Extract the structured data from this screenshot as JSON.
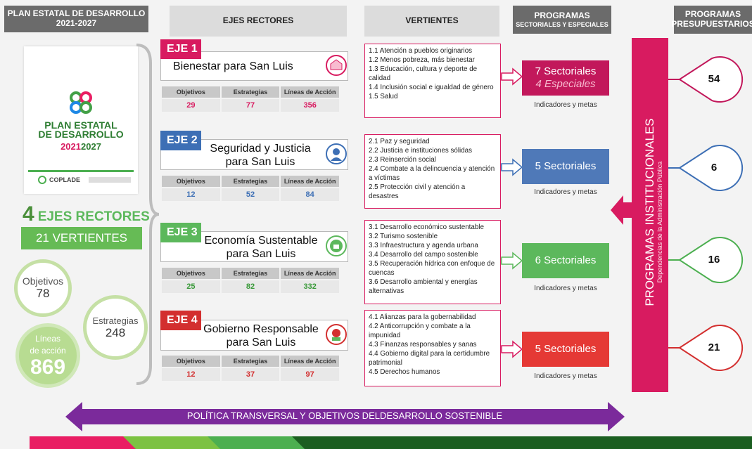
{
  "headers": {
    "plan": "PLAN ESTATAL DE DESARROLLO\n2021-2027",
    "ejes": "EJES RECTORES",
    "vertientes": "VERTIENTES",
    "programas_sect": "PROGRAMAS",
    "programas_sect_sub": "SECTORIALES Y ESPECIALES",
    "programas_pres": "PROGRAMAS\nPRESUPUESTARIOS"
  },
  "cover": {
    "title": "PLAN ESTATAL\nDE DESARROLLO",
    "years_a": "2021",
    "years_b": "2027",
    "org": "COPLADE"
  },
  "summary": {
    "ejes_num": "4",
    "ejes_label": "EJES RECTORES",
    "vertientes": "21 VERTIENTES",
    "objetivos_label": "Objetivos",
    "objetivos_val": "78",
    "estrategias_label": "Estrategias",
    "estrategias_val": "248",
    "lineas_label": "Líneas\nde acción",
    "lineas_val": "869"
  },
  "table_headers": [
    "Objetivos",
    "Estrategias",
    "Líneas de Acción"
  ],
  "ejes": [
    {
      "tag": "EJE 1",
      "name": "Bienestar para San Luis",
      "color": "#d81b60",
      "vals": [
        "29",
        "77",
        "356"
      ]
    },
    {
      "tag": "EJE 2",
      "name": "Seguridad y Justicia\npara San Luis",
      "color": "#3d6fb5",
      "vals": [
        "12",
        "52",
        "84"
      ]
    },
    {
      "tag": "EJE 3",
      "name": "Economía Sustentable\npara San Luis",
      "color": "#5cb85c",
      "vals": [
        "25",
        "82",
        "332"
      ]
    },
    {
      "tag": "EJE 4",
      "name": "Gobierno Responsable\npara San Luis",
      "color": "#d32f2f",
      "vals": [
        "12",
        "37",
        "97"
      ]
    }
  ],
  "vertientes": [
    [
      "1.1 Atención a pueblos originarios",
      "1.2 Menos pobreza, más bienestar",
      "1.3 Educación, cultura y deporte de calidad",
      "1.4 Inclusión social e igualdad de género",
      "1.5 Salud"
    ],
    [
      "2.1 Paz y seguridad",
      "2.2 Justicia e instituciones sólidas",
      "2.3 Reinserción social",
      "2.4 Combate a la delincuencia y atención a víctimas",
      "2.5 Protección civil y atención a desastres"
    ],
    [
      "3.1 Desarrollo económico sustentable",
      "3.2 Turismo sostenible",
      "3.3 Infraestructura y agenda urbana",
      "3.4 Desarrollo del campo sostenible",
      "3.5 Recuperación hídrica con enfoque de cuencas",
      "3.6 Desarrollo ambiental y energías alternativas"
    ],
    [
      "4.1 Alianzas para la gobernabilidad",
      "4.2 Anticorrupción y combate a la impunidad",
      "4.3 Finanzas responsables y sanas",
      "4.4 Gobierno digital para la certidumbre patrimonial",
      "4.5 Derechos humanos"
    ]
  ],
  "programas": [
    {
      "line1": "7 Sectoriales",
      "line2": "4 Especiales"
    },
    {
      "line1": "5 Sectoriales",
      "line2": ""
    },
    {
      "line1": "6 Sectoriales",
      "line2": ""
    },
    {
      "line1": "5 Sectoriales",
      "line2": ""
    }
  ],
  "indicadores": "Indicadores y metas",
  "institucionales": {
    "title": "PROGRAMAS INSTITUCIONALES",
    "subtitle": "Dependencias de la Administración Pública"
  },
  "presupuestarios": [
    "54",
    "6",
    "16",
    "21"
  ],
  "bottom_arrow": "POLÍTICA TRANSVERSAL Y OBJETIVOS DELDESARROLLO SOSTENIBLE"
}
